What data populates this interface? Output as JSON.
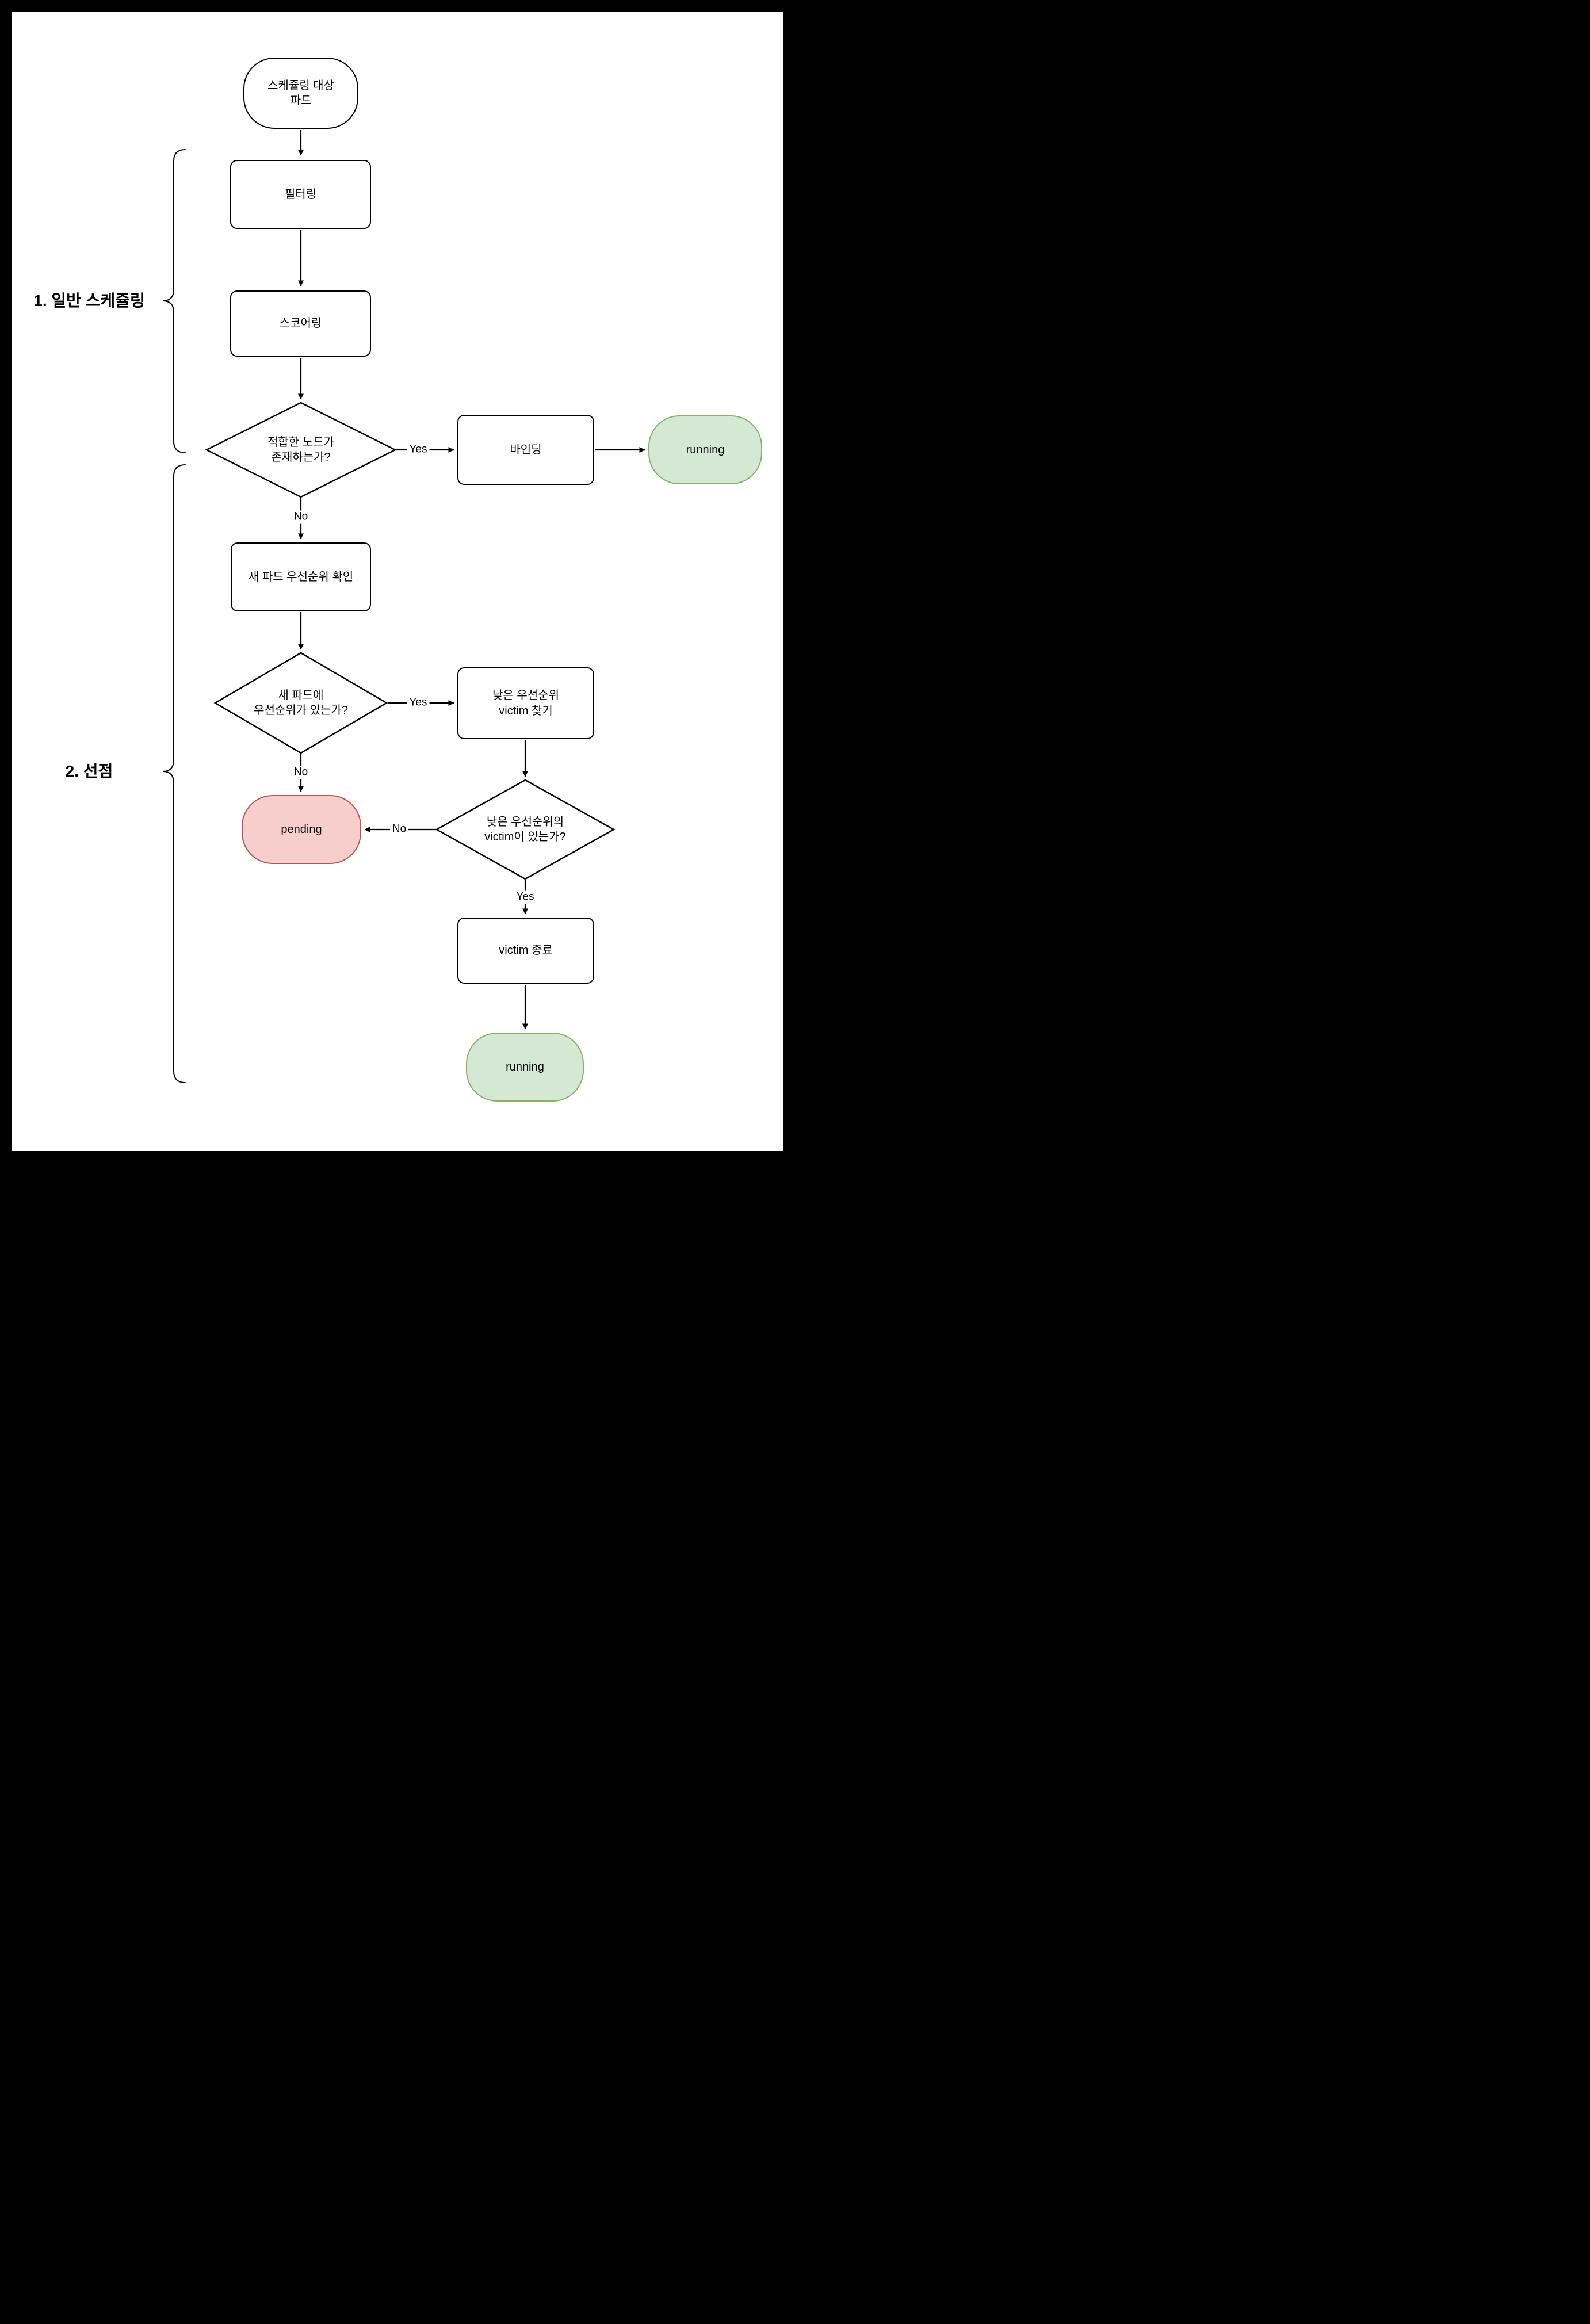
{
  "diagram": {
    "sections": [
      {
        "label": "1. 일반 스케쥴링"
      },
      {
        "label": "2. 선점"
      }
    ],
    "nodes": {
      "start": {
        "label": "스케쥴링 대상\n파드",
        "type": "terminator"
      },
      "filtering": {
        "label": "필터링",
        "type": "process"
      },
      "scoring": {
        "label": "스코어링",
        "type": "process"
      },
      "decision_node_exists": {
        "label": "적합한 노드가\n존재하는가?",
        "type": "decision"
      },
      "binding": {
        "label": "바인딩",
        "type": "process"
      },
      "running_1": {
        "label": "running",
        "type": "terminator-success"
      },
      "check_priority": {
        "label": "새 파드 우선순위 확인",
        "type": "process"
      },
      "decision_has_priority": {
        "label": "새 파드에\n우선순위가 있는가?",
        "type": "decision"
      },
      "find_victim": {
        "label": "낮은 우선순위\nvictim 찾기",
        "type": "process"
      },
      "pending": {
        "label": "pending",
        "type": "terminator-danger"
      },
      "decision_victim_exists": {
        "label": "낮은 우선순위의\nvictim이 있는가?",
        "type": "decision"
      },
      "terminate_victim": {
        "label": "victim 종료",
        "type": "process"
      },
      "running_2": {
        "label": "running",
        "type": "terminator-success"
      }
    },
    "edge_labels": {
      "yes_1": "Yes",
      "no_1": "No",
      "yes_2": "Yes",
      "no_2": "No",
      "no_3": "No",
      "yes_3": "Yes"
    },
    "colors": {
      "success_fill": "#d5e8d4",
      "success_border": "#82b366",
      "danger_fill": "#f8cecc",
      "danger_border": "#b85450",
      "node_border": "#000000",
      "line": "#000000",
      "background": "#ffffff",
      "frame": "#000000"
    }
  }
}
